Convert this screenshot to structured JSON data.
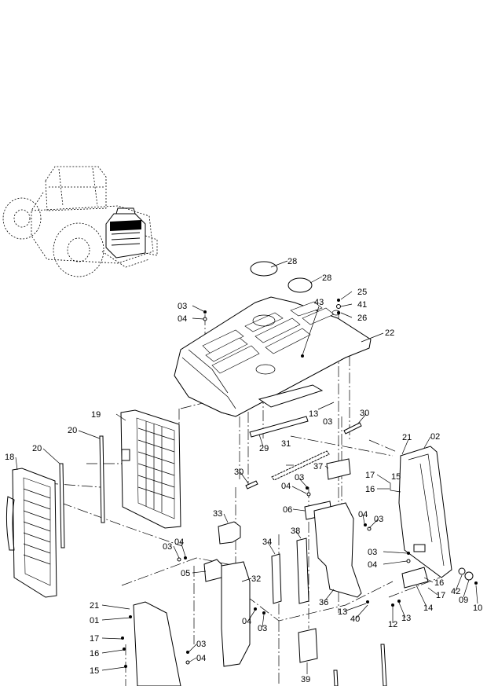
{
  "callouts": [
    {
      "id": "c28a",
      "text": "28"
    },
    {
      "id": "c28b",
      "text": "28"
    },
    {
      "id": "c25",
      "text": "25"
    },
    {
      "id": "c41",
      "text": "41"
    },
    {
      "id": "c26",
      "text": "26"
    },
    {
      "id": "c03a",
      "text": "03"
    },
    {
      "id": "c04a",
      "text": "04"
    },
    {
      "id": "c43",
      "text": "43"
    },
    {
      "id": "c22",
      "text": "22"
    },
    {
      "id": "c13a",
      "text": "13"
    },
    {
      "id": "c03b",
      "text": "03"
    },
    {
      "id": "c19",
      "text": "19"
    },
    {
      "id": "c20a",
      "text": "20"
    },
    {
      "id": "c18",
      "text": "18"
    },
    {
      "id": "c20b",
      "text": "20"
    },
    {
      "id": "c29",
      "text": "29"
    },
    {
      "id": "c31",
      "text": "31"
    },
    {
      "id": "c30a",
      "text": "30"
    },
    {
      "id": "c30b",
      "text": "30"
    },
    {
      "id": "c21a",
      "text": "21"
    },
    {
      "id": "c02",
      "text": "02"
    },
    {
      "id": "c37",
      "text": "37"
    },
    {
      "id": "c03c",
      "text": "03"
    },
    {
      "id": "c04b",
      "text": "04"
    },
    {
      "id": "c06",
      "text": "06"
    },
    {
      "id": "c17a",
      "text": "17"
    },
    {
      "id": "c15a",
      "text": "15"
    },
    {
      "id": "c16a",
      "text": "16"
    },
    {
      "id": "c04c",
      "text": "04"
    },
    {
      "id": "c03d",
      "text": "03"
    },
    {
      "id": "c33",
      "text": "33"
    },
    {
      "id": "c34",
      "text": "34"
    },
    {
      "id": "c38",
      "text": "38"
    },
    {
      "id": "c03e",
      "text": "03"
    },
    {
      "id": "c04d",
      "text": "04"
    },
    {
      "id": "c05",
      "text": "05"
    },
    {
      "id": "c32",
      "text": "32"
    },
    {
      "id": "c03f",
      "text": "03"
    },
    {
      "id": "c04e",
      "text": "04"
    },
    {
      "id": "c16b",
      "text": "16"
    },
    {
      "id": "c17b",
      "text": "17"
    },
    {
      "id": "c42",
      "text": "42"
    },
    {
      "id": "c09",
      "text": "09"
    },
    {
      "id": "c14",
      "text": "14"
    },
    {
      "id": "c36",
      "text": "36"
    },
    {
      "id": "c10",
      "text": "10"
    },
    {
      "id": "c13b",
      "text": "13"
    },
    {
      "id": "c40",
      "text": "40"
    },
    {
      "id": "c12",
      "text": "12"
    },
    {
      "id": "c13c",
      "text": "13"
    },
    {
      "id": "c04f",
      "text": "04"
    },
    {
      "id": "c03g",
      "text": "03"
    },
    {
      "id": "c21b",
      "text": "21"
    },
    {
      "id": "c01",
      "text": "01"
    },
    {
      "id": "c17c",
      "text": "17"
    },
    {
      "id": "c16c",
      "text": "16"
    },
    {
      "id": "c15b",
      "text": "15"
    },
    {
      "id": "c03h",
      "text": "03"
    },
    {
      "id": "c04g",
      "text": "04"
    },
    {
      "id": "c39",
      "text": "39"
    }
  ]
}
